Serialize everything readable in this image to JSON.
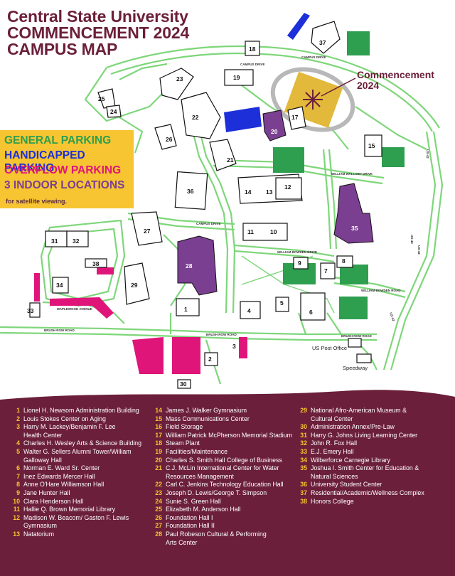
{
  "title": {
    "line1": "Central State University",
    "line2": "COMMENCEMENT 2024",
    "line3": "CAMPUS MAP"
  },
  "legend": {
    "general": "GENERAL PARKING",
    "handicapped": "HANDICAPPED PARKING",
    "overflow": "OVERFLOW PARKING",
    "indoor": "3 INDOOR LOCATIONS",
    "indoor_sub": "for satellite viewing."
  },
  "colors": {
    "maroon": "#6b1f3a",
    "gold": "#f7c531",
    "general_parking": "#2e9e4f",
    "handicapped_parking": "#1c2fd8",
    "overflow_parking": "#e0157a",
    "indoor_location": "#7b3f91",
    "road_outline": "#7ed67a",
    "stadium_field": "#e2b93a"
  },
  "commencement": {
    "line1": "Commencement",
    "line2": "2024"
  },
  "roads": {
    "campus_drive_top": "CAMPUS DRIVE",
    "campus_drive_mid": "CAMPUS DRIVE",
    "campus_drive_right": "CAMPUS DRIVE",
    "william_walloby": "WILLIAM WALLOBY DRIVE",
    "william_bowden": "WILLIAM BOWDEN DRIVE",
    "william_bowden_road": "WILLIAM BOWDEN ROAD",
    "maplewood": "MAPLEWOOD AVENUE",
    "brush_row_left": "BRUSH ROW ROAD",
    "brush_row_mid": "BRUSH ROW ROAD",
    "brush_row_right": "BRUSH ROW ROAD",
    "us42_a": "US-42",
    "us42_b": "US-42",
    "us42_c": "US-42",
    "us42_d": "US-42"
  },
  "places": {
    "post_office": "US Post Office",
    "speedway": "Speedway"
  },
  "key": {
    "col1": [
      {
        "num": "1",
        "name": "Lionel H. Newsom Administration Building"
      },
      {
        "num": "2",
        "name": "Louis Stokes Center on Aging"
      },
      {
        "num": "3",
        "name": "Harry M. Lackey/Benjamin F. Lee\nHealth Center"
      },
      {
        "num": "4",
        "name": "Charles H. Wesley Arts & Science Building"
      },
      {
        "num": "5",
        "name": "Walter G. Sellers Alumni Tower/William\nGalloway Hall"
      },
      {
        "num": "6",
        "name": "Norman E. Ward Sr. Center"
      },
      {
        "num": "7",
        "name": "Inez Edwards Mercer Hall"
      },
      {
        "num": "8",
        "name": "Anne O'Hare Williamson Hall"
      },
      {
        "num": "9",
        "name": "Jane Hunter Hall"
      },
      {
        "num": "10",
        "name": "Clara Henderson Hall"
      },
      {
        "num": "11",
        "name": "Hallie Q. Brown Memorial Library"
      },
      {
        "num": "12",
        "name": "Madison W. Beacom/ Gaston F. Lewis\nGymnasium"
      },
      {
        "num": "13",
        "name": "Natatorium"
      }
    ],
    "col2": [
      {
        "num": "14",
        "name": "James J. Walker Gymnasium"
      },
      {
        "num": "15",
        "name": "Mass Communications Center"
      },
      {
        "num": "16",
        "name": "Field Storage"
      },
      {
        "num": "17",
        "name": "William Patrick McPherson Memorial Stadium"
      },
      {
        "num": "18",
        "name": "Steam Plant"
      },
      {
        "num": "19",
        "name": "Facilities/Maintenance"
      },
      {
        "num": "20",
        "name": "Charles S. Smith Hall College of Business"
      },
      {
        "num": "21",
        "name": "C.J. McLin International Center for Water\nResources Management"
      },
      {
        "num": "22",
        "name": "Carl C. Jenkins Technology Education Hall"
      },
      {
        "num": "23",
        "name": "Joseph D. Lewis/George T. Simpson"
      },
      {
        "num": "24",
        "name": "Sunie S. Green Hall"
      },
      {
        "num": "25",
        "name": "Elizabeth M. Anderson Hall"
      },
      {
        "num": "26",
        "name": "Foundation Hall I"
      },
      {
        "num": "27",
        "name": "Foundation Hall II"
      },
      {
        "num": "28",
        "name": "Paul Robeson Cultural & Performing\nArts Center"
      }
    ],
    "col3": [
      {
        "num": "29",
        "name": "National Afro-American Museum &\nCultural Center"
      },
      {
        "num": "30",
        "name": "Administration Annex/Pre-Law"
      },
      {
        "num": "31",
        "name": "Harry G. Johns Living Learning Center"
      },
      {
        "num": "32",
        "name": "John R. Fox Hall"
      },
      {
        "num": "33",
        "name": "E.J. Emery Hall"
      },
      {
        "num": "34",
        "name": "Wilberforce Carnegie Library"
      },
      {
        "num": "35",
        "name": "Joshua I. Smith Center for Education &\nNatural Sciences"
      },
      {
        "num": "36",
        "name": "University Student Center"
      },
      {
        "num": "37",
        "name": "Residential/Academic/Wellness Complex"
      },
      {
        "num": "38",
        "name": "Honors College"
      }
    ]
  }
}
